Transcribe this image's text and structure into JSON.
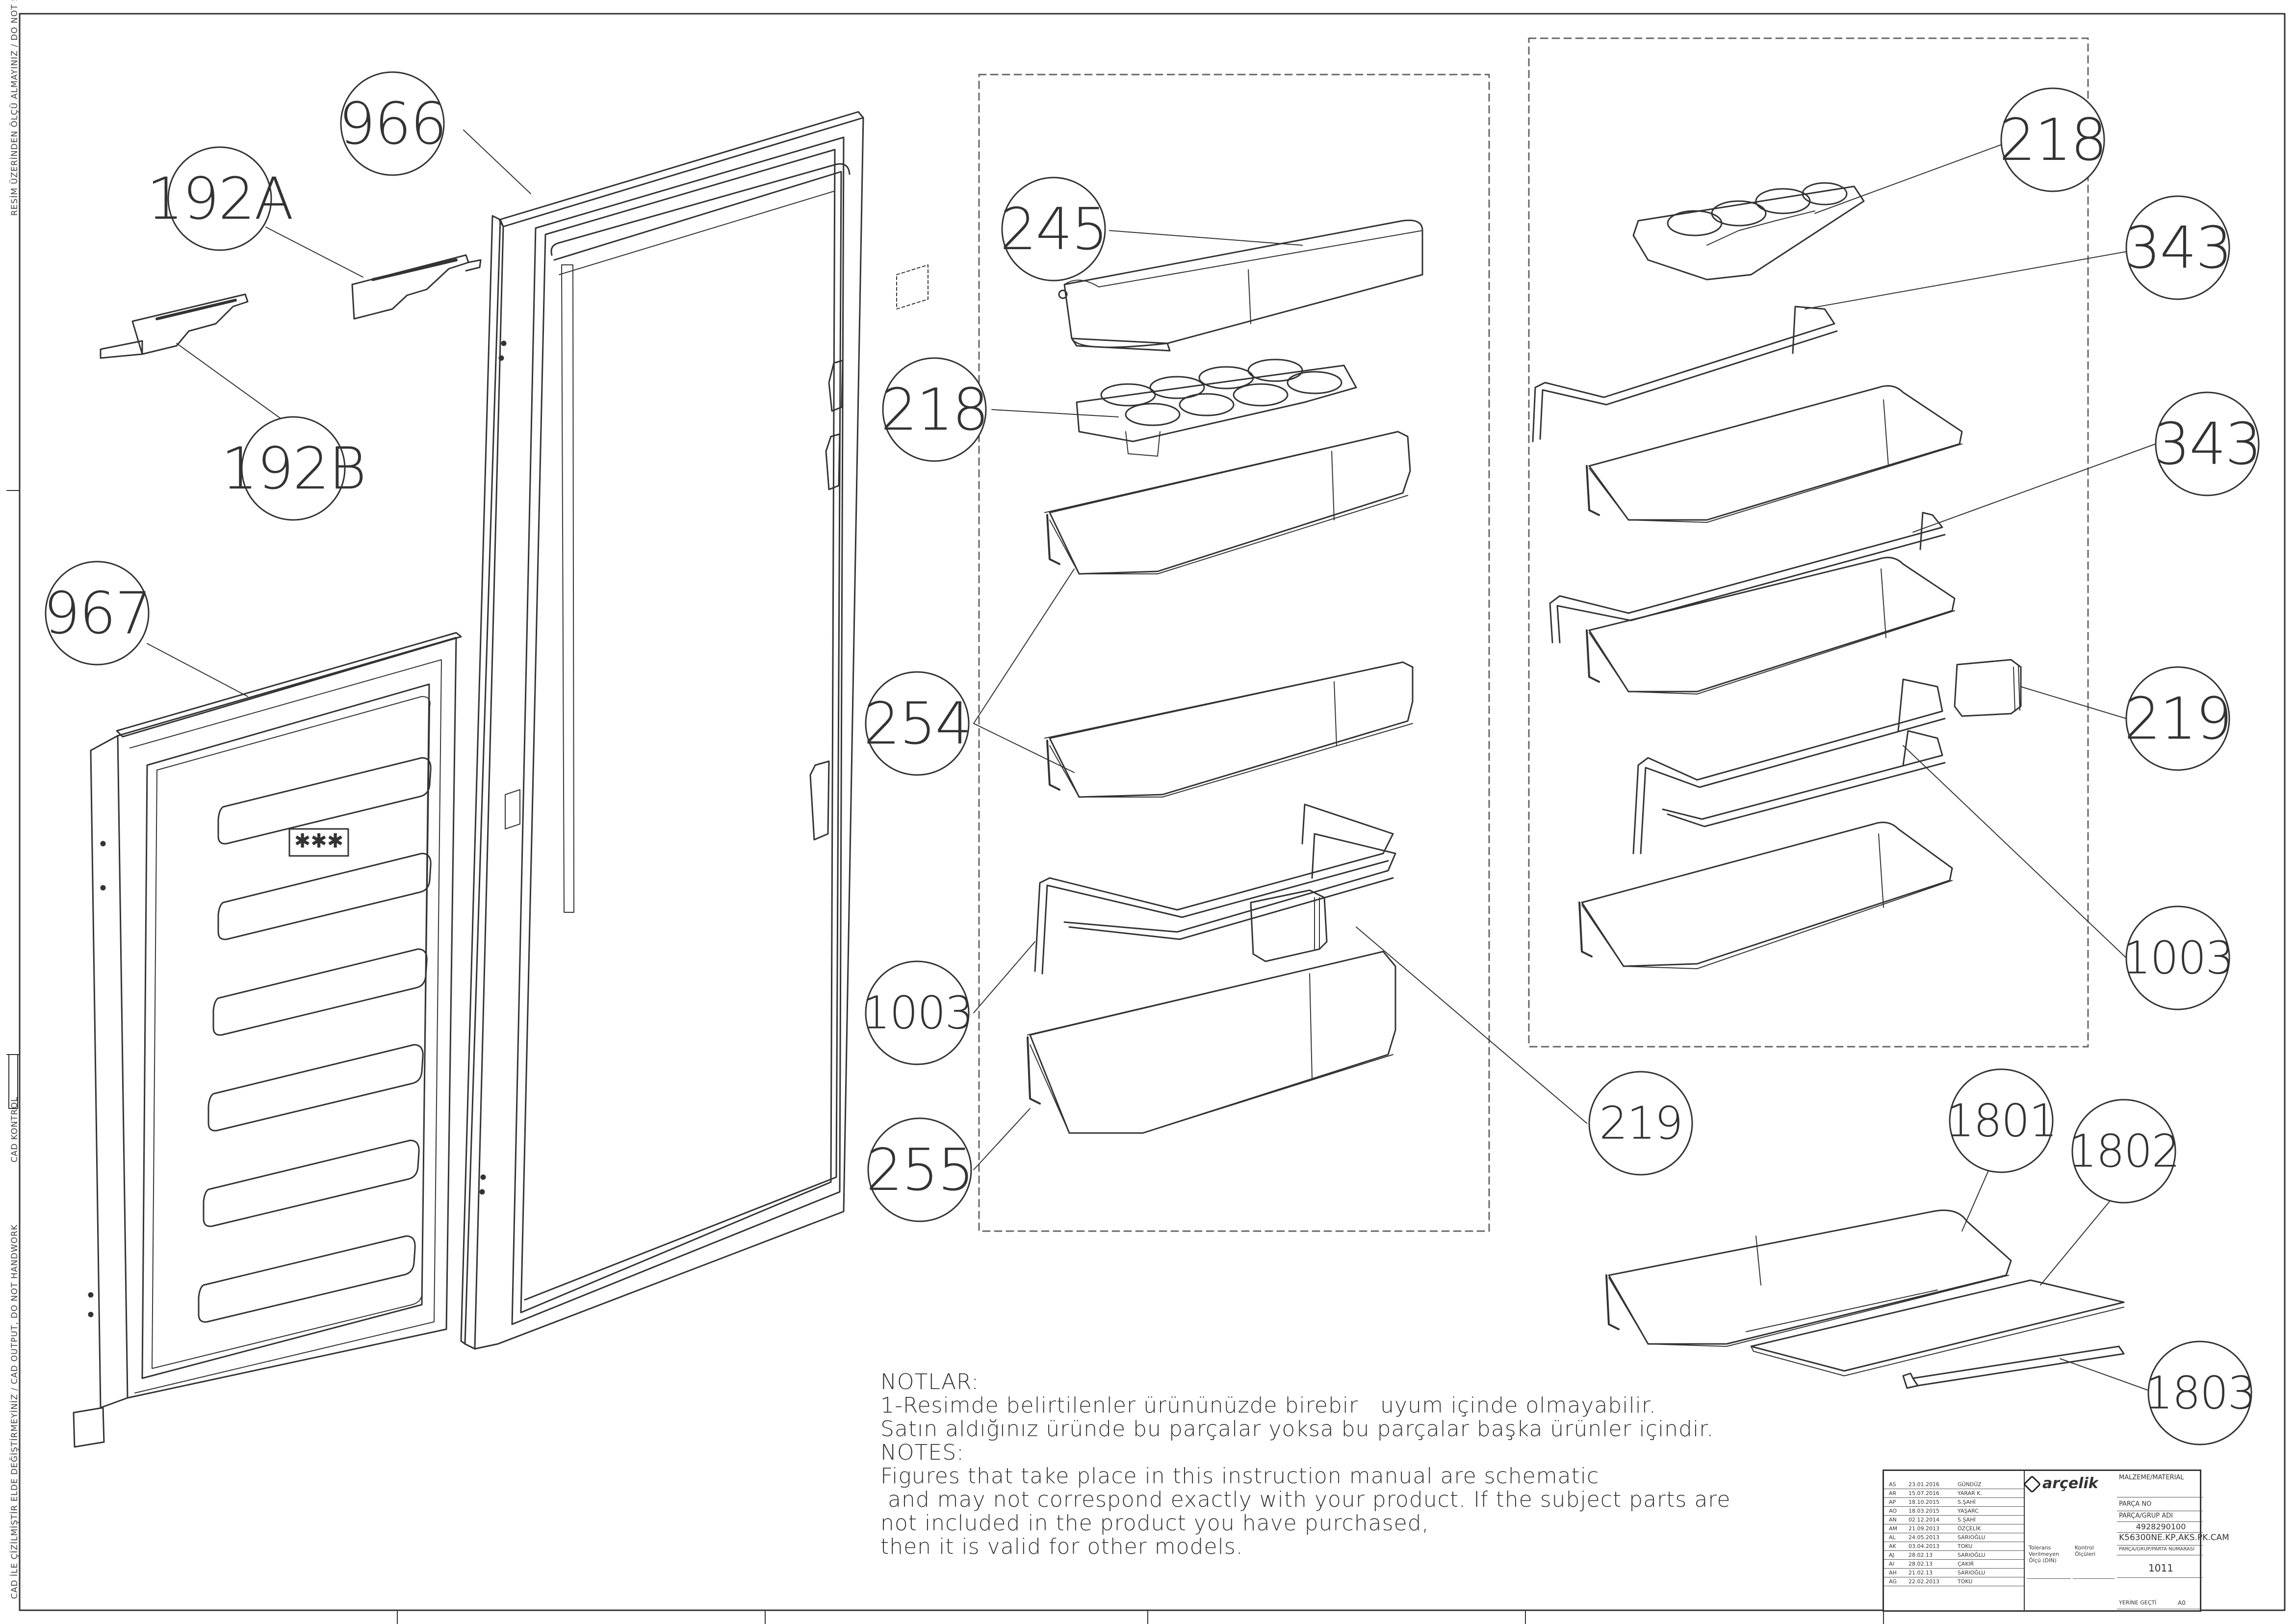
{
  "diagram": {
    "callouts": [
      "966",
      "192A",
      "192B",
      "967",
      "245",
      "218",
      "254",
      "1003",
      "255",
      "219",
      "343",
      "1801",
      "1802",
      "1803"
    ]
  },
  "margin_notes": {
    "top": "RESİM ÜZERİNDEN ÖLÇÜ ALMAYINIZ / DO NOT SCALE",
    "middle": "CAD KONTROL",
    "bottom": "CAD İLE ÇİZİLMİŞTİR ELDE DEĞİŞTİRMEYİNİZ / CAD OUTPUT, DO NOT HANDWORK"
  },
  "notes": {
    "lines": [
      "NOTLAR:",
      "1-Resimde belirtilenler ürününüzde birebir   uyum içinde olmayabilir.",
      "Satın aldığınız üründe bu parçalar yoksa bu parçalar başka ürünler içindir.",
      "NOTES:",
      "Figures that take place in this instruction manual are schematic",
      " and may not correspond exactly with your product. If the subject parts are",
      "not included in the product you have purchased,",
      "then it is valid for other models."
    ]
  },
  "title_block": {
    "logo": "arçelik",
    "material_label": "MALZEME/MATERIAL",
    "part_no_label": "PARÇA NO",
    "group_label": "PARÇA/GRUP ADI",
    "part_number": "4928290100",
    "model": "K56300NE.KP,AKS.PK.CAM",
    "drawing_no_label": "PARÇA/GRUP/PARTA NUMARASI",
    "scale": "1011",
    "sheet_label": "YERİNE GEÇTİ",
    "size": "A0",
    "tolerance_label": "Tolerans Verilmeyen Ölçü (DIN)",
    "control_label": "Kontrol Ölçüleri",
    "revisions": [
      {
        "code": "AS",
        "date": "23.01.2016",
        "name": "GÜNDÜZ"
      },
      {
        "code": "AR",
        "date": "15.07.2016",
        "name": "YARAR K."
      },
      {
        "code": "AP",
        "date": "18.10.2015",
        "name": "S.ŞAHİ"
      },
      {
        "code": "AO",
        "date": "18.03.2015",
        "name": "YAŞARC"
      },
      {
        "code": "AN",
        "date": "02.12.2014",
        "name": "S.ŞAHİ"
      },
      {
        "code": "AM",
        "date": "21.09.2013",
        "name": "ÖZÇELİK"
      },
      {
        "code": "AL",
        "date": "24.05.2013",
        "name": "SARIOĞLU"
      },
      {
        "code": "AK",
        "date": "03.04.2013",
        "name": "TOKU"
      },
      {
        "code": "AJ",
        "date": "28.02.13",
        "name": "SARIOĞLU"
      },
      {
        "code": "AI",
        "date": "28.02.13",
        "name": "ÇAKIR"
      },
      {
        "code": "AH",
        "date": "21.02.13",
        "name": "SARIOĞLU"
      },
      {
        "code": "AG",
        "date": "22.02.2013",
        "name": "TOKU"
      }
    ]
  },
  "colors": {
    "line": "#333333",
    "dashed": "#666666",
    "paper": "#ffffff"
  }
}
